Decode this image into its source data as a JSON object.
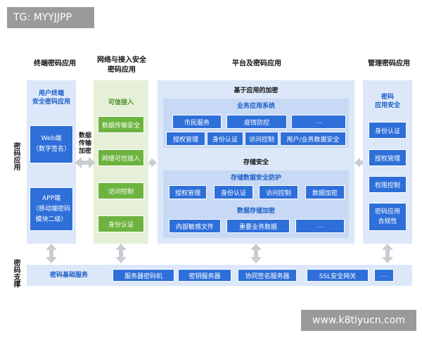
{
  "watermarks": {
    "top_left": "TG: MYYJJPP",
    "bottom_right": "www.k8tiyucn.com"
  },
  "columns": {
    "terminal": "终端密码应用",
    "network": "网络与接入安全\n密码应用",
    "platform": "平台及密码应用",
    "management": "管理密码应用"
  },
  "side_labels": {
    "crypto_app": "密码应用",
    "crypto_support": "密码支撑"
  },
  "terminal": {
    "title": "用户终端\n安全密码应用",
    "web": "Web端\n（数字签名）",
    "app": "APP端\n（移动端密码\n模块二级）"
  },
  "data_transfer": "数据\n传输\n加密",
  "network": {
    "title": "可信接入",
    "items": [
      "数据传输安全",
      "网络可信接入",
      "访问控制",
      "身份认证"
    ]
  },
  "platform": {
    "title": "基于应用的加密",
    "business": {
      "title": "业务应用系统",
      "row1": [
        "市民服务",
        "疫情防控",
        "…"
      ],
      "row2": [
        "授权管理",
        "身份认证",
        "访问控制",
        "用户/业务数据安全"
      ]
    },
    "storage": {
      "title": "存储安全",
      "protection_title": "存储数据安全防护",
      "protection_items": [
        "授权管理",
        "身份认证",
        "访问控制",
        "数据加密"
      ],
      "encryption_title": "数据存储加密",
      "encryption_items": [
        "内部敏感文件",
        "重要业务数据",
        "…"
      ]
    }
  },
  "management": {
    "title": "密码\n应用安全",
    "items": [
      "身份认证",
      "授权管理",
      "权限控制",
      "密码应用\n合规性"
    ]
  },
  "support": {
    "label": "密码基础服务",
    "items": [
      "服务器密码机",
      "密钥服务器",
      "协同签名服务器",
      "SSL安全网关",
      "…"
    ]
  },
  "colors": {
    "blue": "#2e6fd9",
    "light_blue": "#dce8f9",
    "green": "#6db33f",
    "light_green": "#e6f0d8",
    "title_blue": "#1d5ec9"
  }
}
